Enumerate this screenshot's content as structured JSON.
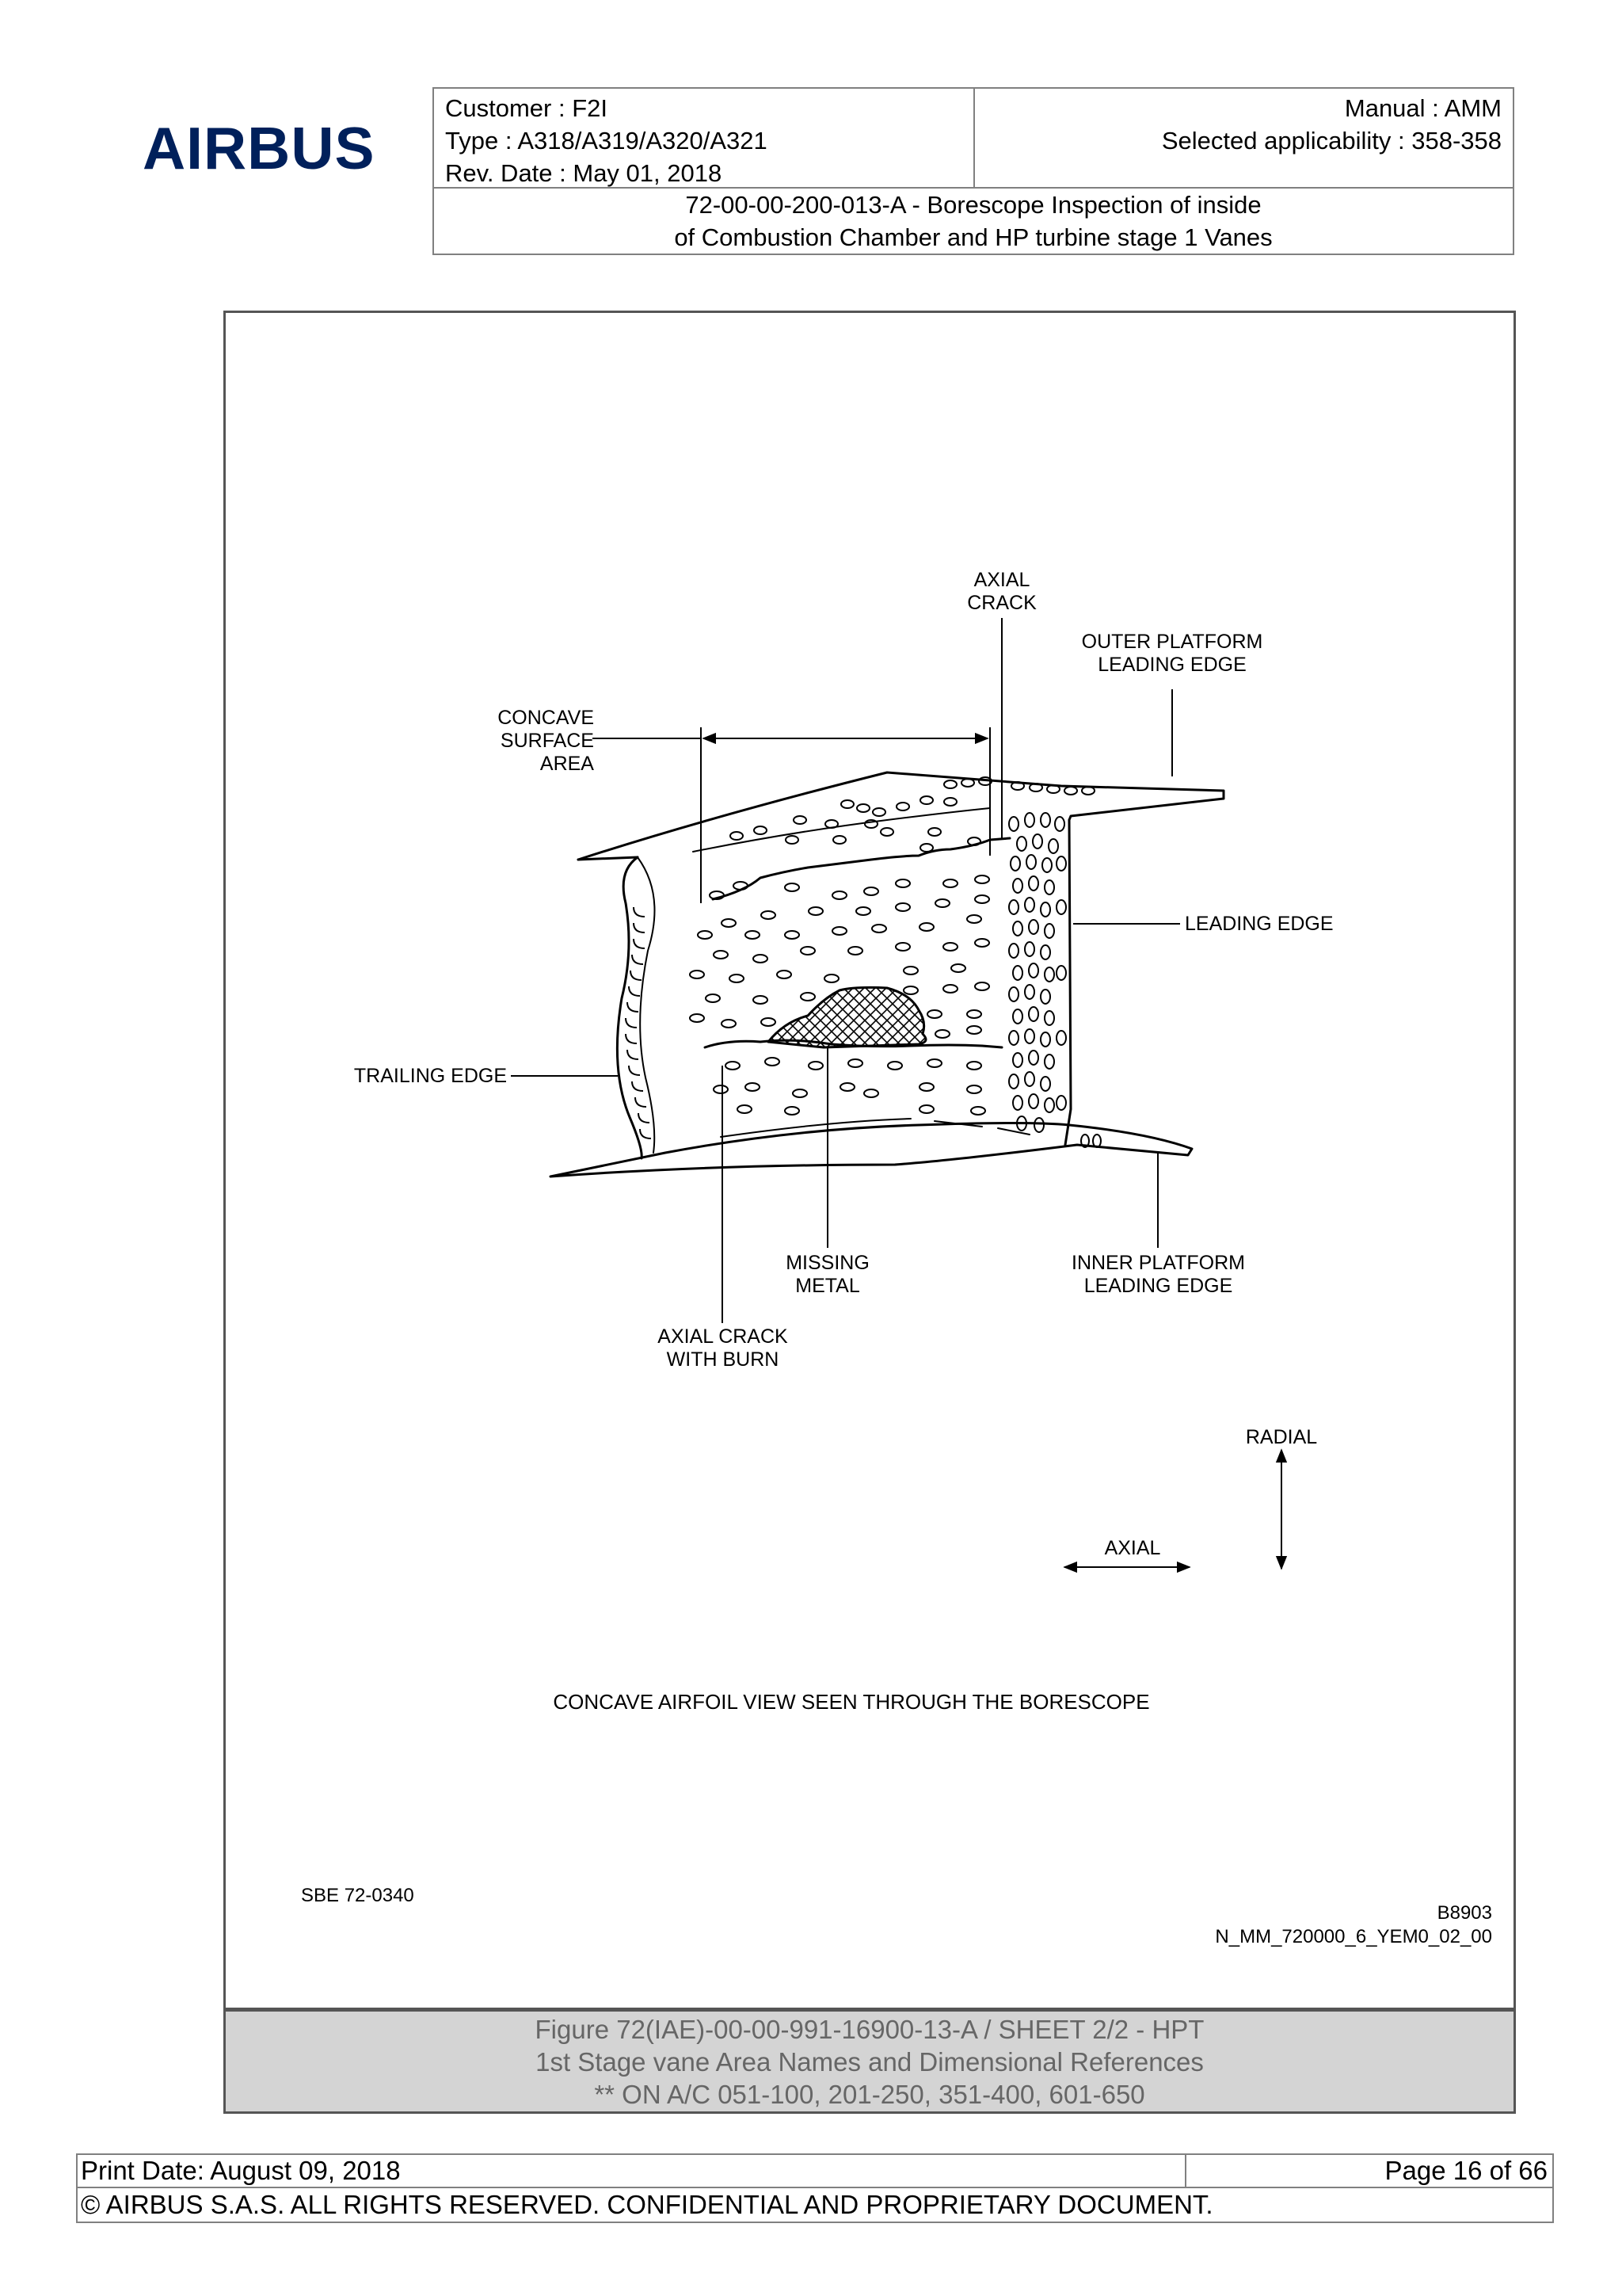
{
  "header": {
    "logo_text": "AIRBUS",
    "customer": "Customer : F2I",
    "type": "Type : A318/A319/A320/A321",
    "rev_date": "Rev. Date : May 01, 2018",
    "manual": "Manual : AMM",
    "applicability": "Selected applicability : 358-358",
    "task_line1": "72-00-00-200-013-A - Borescope Inspection of inside",
    "task_line2": "of Combustion Chamber and HP turbine stage 1 Vanes"
  },
  "figure": {
    "labels": {
      "axial_crack": [
        "AXIAL",
        "CRACK"
      ],
      "outer_platform": [
        "OUTER PLATFORM",
        "LEADING EDGE"
      ],
      "concave_surface": [
        "CONCAVE",
        "SURFACE",
        "AREA"
      ],
      "leading_edge": "LEADING EDGE",
      "trailing_edge": "TRAILING EDGE",
      "missing_metal": [
        "MISSING",
        "METAL"
      ],
      "inner_platform": [
        "INNER PLATFORM",
        "LEADING EDGE"
      ],
      "axial_crack_burn": [
        "AXIAL CRACK",
        "WITH BURN"
      ],
      "radial": "RADIAL",
      "axial": "AXIAL",
      "view_title": "CONCAVE AIRFOIL VIEW SEEN THROUGH THE BORESCOPE",
      "sbe": "SBE 72-0340",
      "ref_code": "B8903",
      "ref_file": "N_MM_720000_6_YEM0_02_00"
    },
    "caption": {
      "line1": "Figure 72(IAE)-00-00-991-16900-13-A / SHEET 2/2 - HPT",
      "line2": "1st Stage vane Area Names and Dimensional References",
      "line3": "** ON A/C 051-100, 201-250, 351-400, 601-650"
    }
  },
  "footer": {
    "print_date": "Print Date: August 09, 2018",
    "page": "Page 16 of 66",
    "copyright": "© AIRBUS S.A.S. ALL RIGHTS RESERVED. CONFIDENTIAL AND PROPRIETARY DOCUMENT."
  }
}
